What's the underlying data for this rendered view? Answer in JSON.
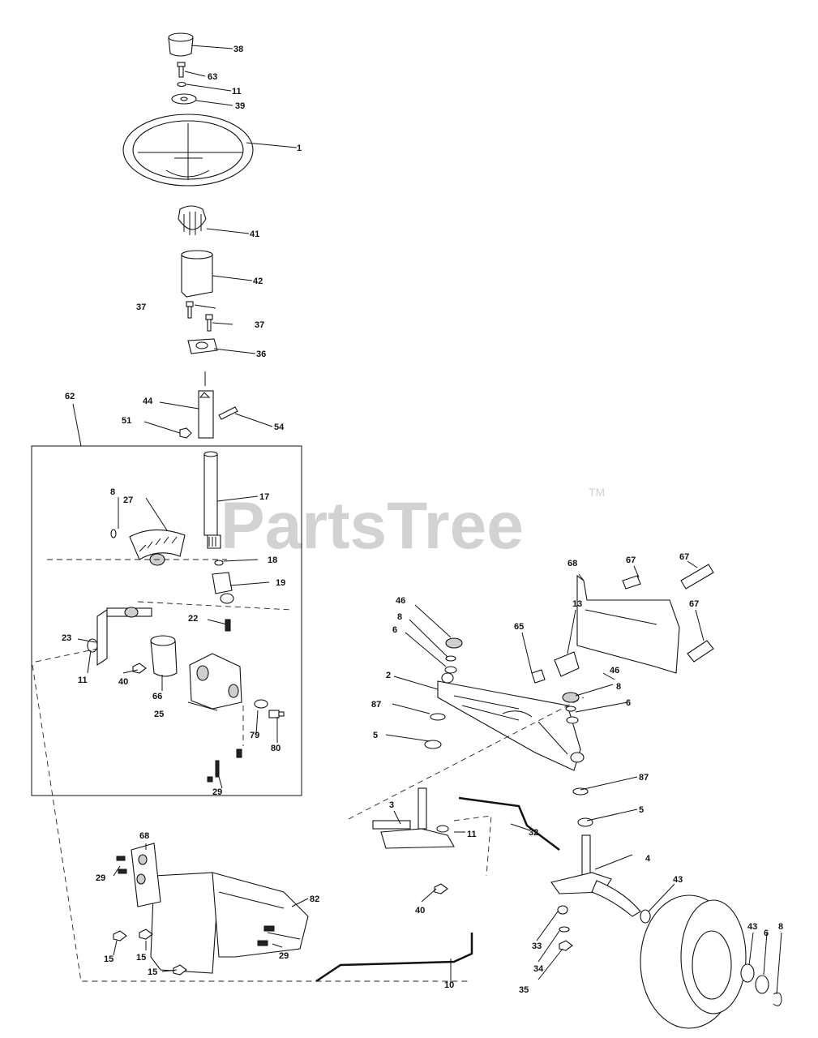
{
  "watermark": {
    "text": "PartsTree",
    "tm": "TM"
  },
  "callouts": {
    "c38": "38",
    "c63": "63",
    "c11a": "11",
    "c39": "39",
    "c1": "1",
    "c41": "41",
    "c42": "42",
    "c37a": "37",
    "c37b": "37",
    "c36": "36",
    "c44": "44",
    "c51": "51",
    "c54": "54",
    "c62": "62",
    "c8a": "8",
    "c27": "27",
    "c17": "17",
    "c18": "18",
    "c19": "19",
    "c22": "22",
    "c23": "23",
    "c11b": "11",
    "c40a": "40",
    "c66": "66",
    "c25": "25",
    "c79": "79",
    "c80": "80",
    "c29a": "29",
    "c68a": "68",
    "c67a": "67",
    "c67b": "67",
    "c67c": "67",
    "c46a": "46",
    "c8b": "8",
    "c6a": "6",
    "c65": "65",
    "c13": "13",
    "c2": "2",
    "c46b": "46",
    "c8c": "8",
    "c6b": "6",
    "c87a": "87",
    "c5a": "5",
    "c87b": "87",
    "c5b": "5",
    "c3": "3",
    "c32": "32",
    "c11c": "11",
    "c4": "4",
    "c40b": "40",
    "c43a": "43",
    "c33": "33",
    "c34": "34",
    "c35": "35",
    "c43b": "43",
    "c6c": "6",
    "c8d": "8",
    "c68b": "68",
    "c29b": "29",
    "c82": "82",
    "c15a": "15",
    "c15b": "15",
    "c15c": "15",
    "c29c": "29",
    "c10": "10"
  }
}
